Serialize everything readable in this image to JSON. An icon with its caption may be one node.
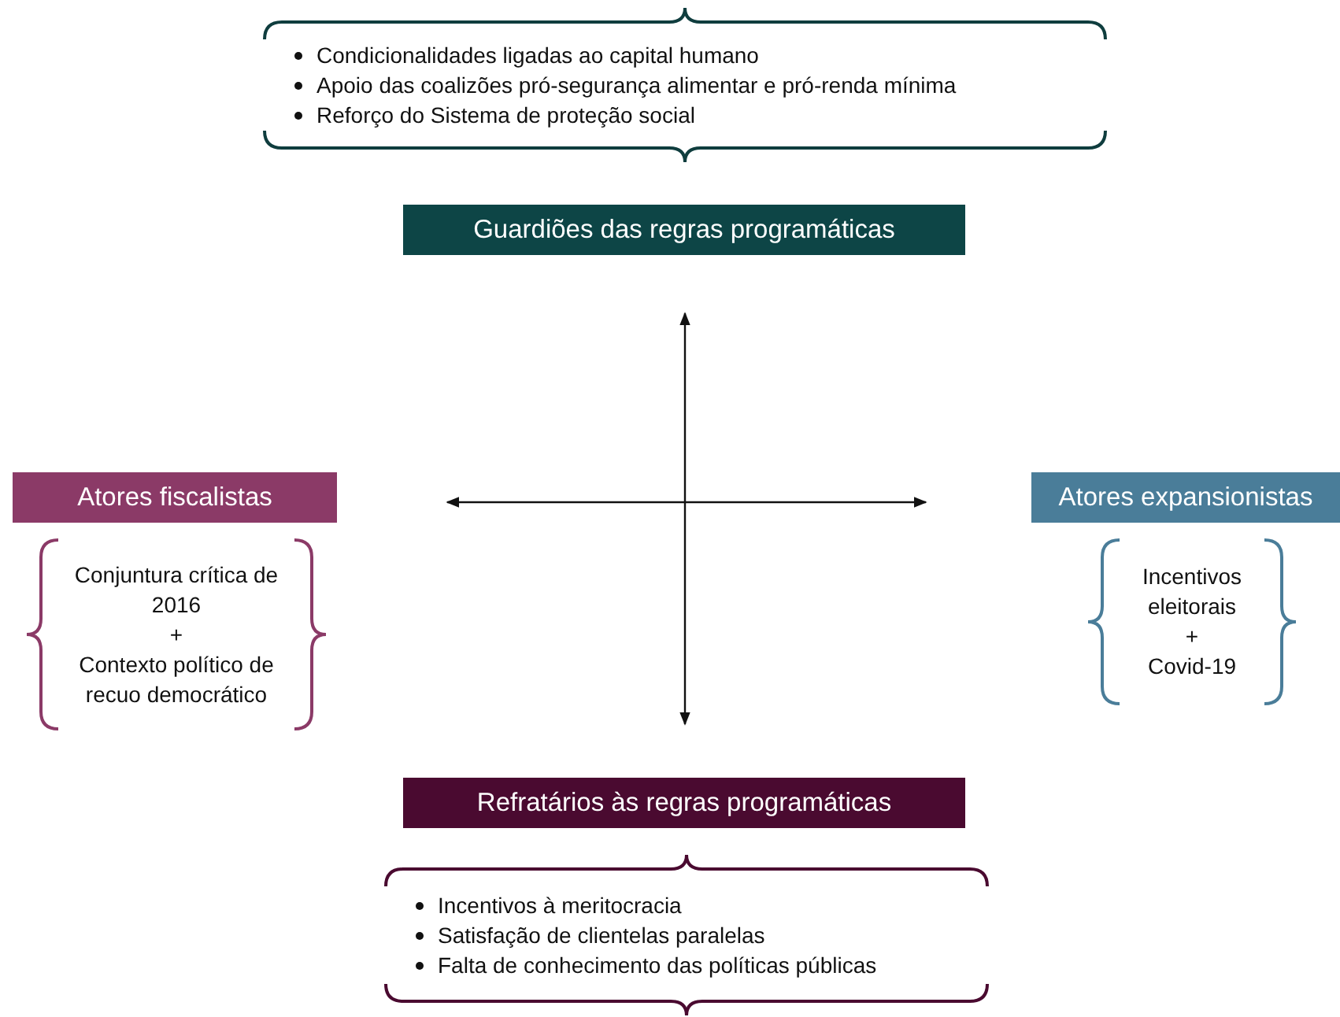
{
  "diagram": {
    "nodes": [
      {
        "text": [
          "Condicionalidades ligadas ao capital humano",
          "Apoio das coalizões pró-segurança alimentar e pró-renda mínima",
          "Reforço do Sistema de proteção social"
        ]
      },
      {
        "text": [
          "Guardiões das regras programáticas"
        ]
      },
      {
        "text": [
          "Atores fiscalistas"
        ]
      },
      {
        "text": [
          "Conjuntura crítica de 2016",
          "+",
          "Contexto político de recuo democrático"
        ]
      },
      {
        "text": [
          "Atores expansionistas"
        ]
      },
      {
        "text": [
          "Incentivos eleitorais",
          "+",
          "Covid-19"
        ]
      },
      {
        "text": [
          "Refratários às regras programáticas"
        ]
      },
      {
        "text": [
          "Incentivos à meritocracia",
          "Satisfação de clientelas paralelas",
          "Falta de conhecimento das políticas públicas"
        ]
      }
    ]
  }
}
